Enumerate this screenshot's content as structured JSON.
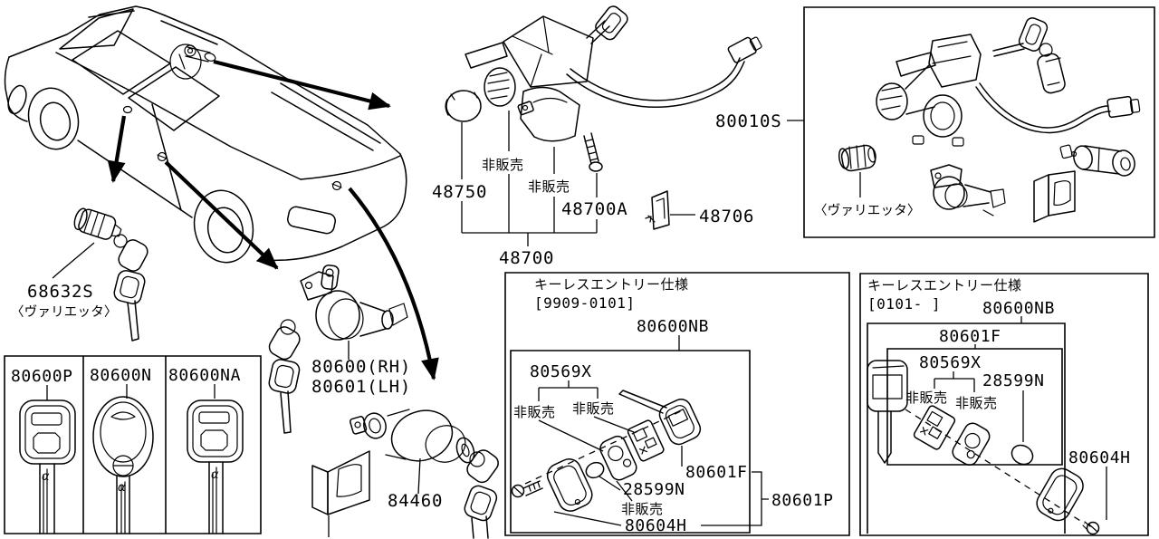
{
  "labels": {
    "roof_lock": "68632S",
    "roof_lock_variant": "〈ヴァリエッタ〉",
    "key_blank_1": "80600P",
    "key_blank_2": "80600N",
    "key_blank_3": "80600NA",
    "alpha_mark": "α",
    "door_lock_rh": "80600(RH)",
    "door_lock_lh": "80601(LH)",
    "trunk_lock": "84460",
    "steering_cap": "48750",
    "not_sold": "非販売",
    "steering_bolt": "48700A",
    "steering_clip": "48706",
    "steering_assy": "48700",
    "key_set": "80010S",
    "key_set_variant": "〈ヴァリエッタ〉"
  },
  "keyless_9909": {
    "title": "キーレスエントリー仕様",
    "period": "[9909-0101]",
    "kit": "80600NB",
    "transmitter": "80569X",
    "not_sold_a": "非販売",
    "not_sold_b": "非販売",
    "battery": "28599N",
    "not_sold_c": "非販売",
    "back_cover": "80604H",
    "front_cover": "80601F",
    "case": "80601P"
  },
  "keyless_0101": {
    "title": "キーレスエントリー仕様",
    "period": "[0101-    ]",
    "kit": "80600NB",
    "front_cover": "80601F",
    "transmitter": "80569X",
    "not_sold_a": "非販売",
    "not_sold_b": "非販売",
    "battery": "28599N",
    "back_cover": "80604H"
  }
}
